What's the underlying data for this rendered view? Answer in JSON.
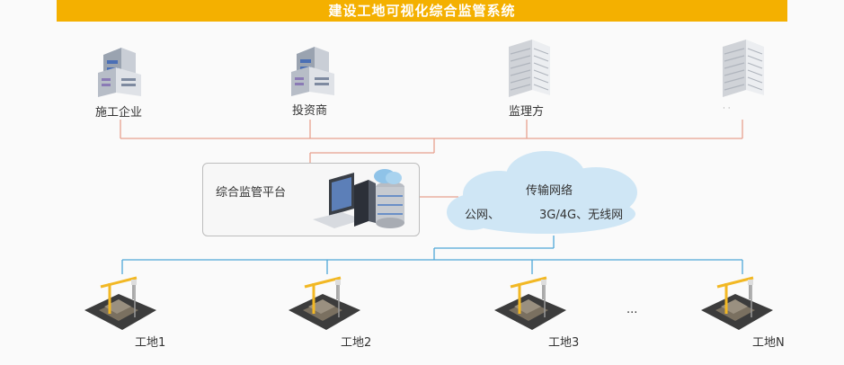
{
  "banner": {
    "title": "建设工地可视化综合监管系统"
  },
  "stakeholders": [
    {
      "label": "施工企业"
    },
    {
      "label": "投资商"
    },
    {
      "label": "监理方"
    },
    {
      "label": "· ·"
    }
  ],
  "platform": {
    "label": "综合监管平台"
  },
  "network": {
    "title": "传输网络",
    "types_left": "公网、",
    "types_right": "3G/4G、无线网"
  },
  "sites": [
    {
      "label": "工地1"
    },
    {
      "label": "工地2"
    },
    {
      "label": "工地3"
    },
    {
      "label": "工地N"
    }
  ],
  "ellipsis": "...",
  "colors": {
    "banner": "#f4b000",
    "upper_lines": "#e8a08f",
    "lower_lines": "#4fa8d8",
    "cloud": "#cfe6f5"
  }
}
